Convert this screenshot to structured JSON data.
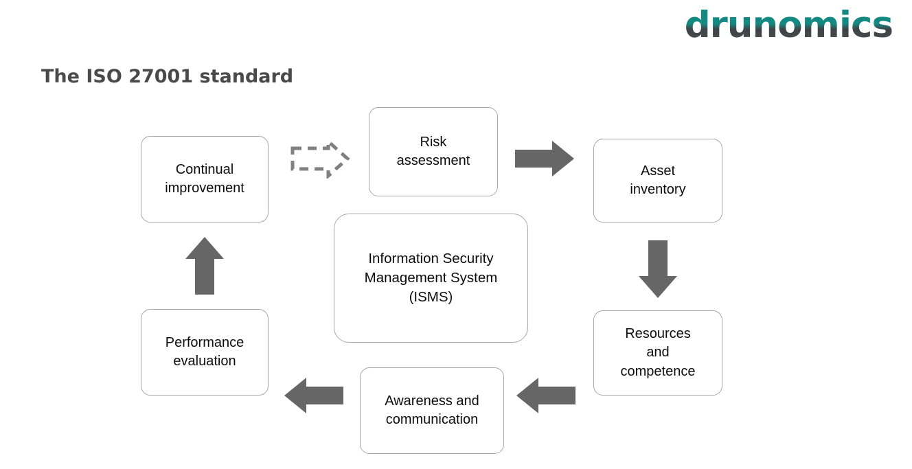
{
  "brand": {
    "logo_text": "drunomics",
    "logo_color_primary": "#11867f",
    "logo_color_secondary": "#4a4f52"
  },
  "page": {
    "title": "The ISO 27001 standard",
    "title_color": "#4a4a4a",
    "background": "#ffffff"
  },
  "diagram": {
    "node_border_color": "#a6a6a6",
    "arrow_color": "#666666",
    "nodes": [
      {
        "id": "continual-improvement",
        "label": "Continual\nimprovement",
        "lines": [
          "Continual",
          "improvement"
        ]
      },
      {
        "id": "risk-assessment",
        "label": "Risk\nassessment",
        "lines": [
          "Risk",
          "assessment"
        ]
      },
      {
        "id": "asset-inventory",
        "label": "Asset\ninventory",
        "lines": [
          "Asset",
          "inventory"
        ]
      },
      {
        "id": "isms",
        "label": "Information Security Management System (ISMS)",
        "lines": [
          "Information Security",
          "Management System",
          "(ISMS)"
        ]
      },
      {
        "id": "resources-and-competence",
        "label": "Resources and competence",
        "lines": [
          "Resources",
          "and",
          "competence"
        ]
      },
      {
        "id": "awareness-and-communication",
        "label": "Awareness and communication",
        "lines": [
          "Awareness and",
          "communication"
        ]
      },
      {
        "id": "performance-evaluation",
        "label": "Performance evaluation",
        "lines": [
          "Performance",
          "evaluation"
        ]
      }
    ],
    "arrows": [
      {
        "id": "continual-improvement-to-risk-assessment",
        "direction": "right",
        "style": "dashed"
      },
      {
        "id": "risk-assessment-to-asset-inventory",
        "direction": "right",
        "style": "solid"
      },
      {
        "id": "asset-inventory-to-resources",
        "direction": "down",
        "style": "solid"
      },
      {
        "id": "resources-to-awareness",
        "direction": "left",
        "style": "solid"
      },
      {
        "id": "awareness-to-performance",
        "direction": "left",
        "style": "solid"
      },
      {
        "id": "performance-to-continual-improvement",
        "direction": "up",
        "style": "solid"
      }
    ]
  }
}
